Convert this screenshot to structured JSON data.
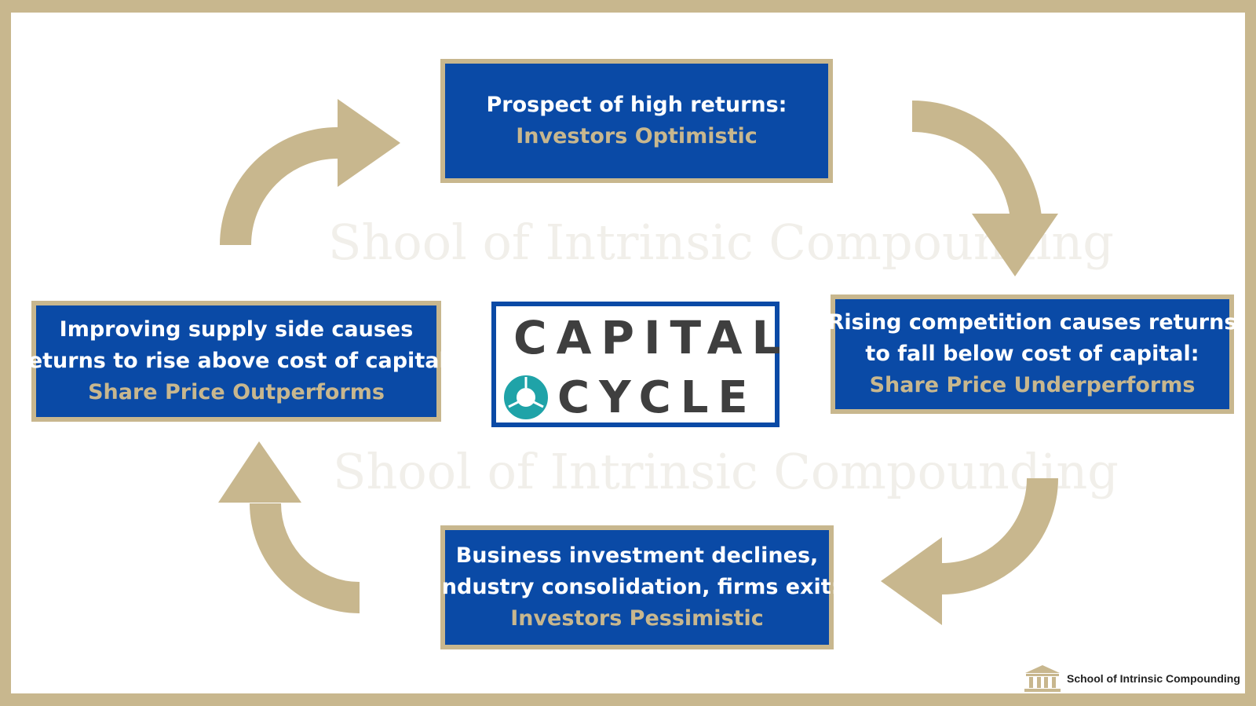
{
  "watermarks": [
    "Shool of Intrinsic Compounding",
    "Shool of Intrinsic Compounding"
  ],
  "boxes": {
    "top": {
      "line1": "Prospect of high returns:",
      "accent": "Investors Optimistic"
    },
    "right": {
      "line1": "Rising competition causes returns",
      "line2": "to fall below cost of capital:",
      "accent": "Share Price Underperforms"
    },
    "bottom": {
      "line1": "Business investment declines,",
      "line2": "industry consolidation, firms exit:",
      "accent": "Investors Pessimistic"
    },
    "left": {
      "line1": "Improving supply side causes",
      "line2": "returns to rise above cost of capital:",
      "accent": "Share Price Outperforms"
    }
  },
  "logo": {
    "word1": "CAPITAL",
    "word2": "CYCLE"
  },
  "brand": {
    "text": "School of Intrinsic Compounding",
    "icon": "institution-icon"
  },
  "colors": {
    "frame": "#c8b78e",
    "box": "#0a4aa6",
    "accent": "#c8b78e",
    "logo_ring": "#1fa3a8"
  }
}
